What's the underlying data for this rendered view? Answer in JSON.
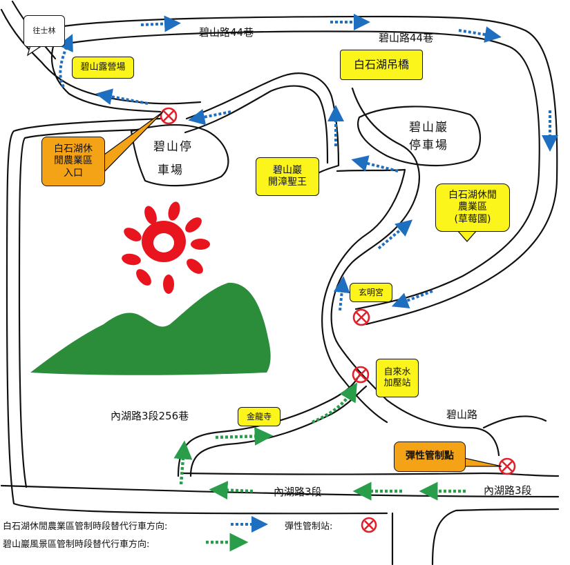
{
  "colors": {
    "blue_route": "#1f6fc0",
    "green_route": "#2a9d4a",
    "label_yellow": "#fbf51c",
    "label_orange": "#f5a316",
    "control_red": "#e0202a",
    "sun_red": "#e8141e",
    "mountain_green": "#2b8c3a"
  },
  "roads": {
    "bishan_44_a": "碧山路44巷",
    "bishan_44_b": "碧山路44巷",
    "neihu_256": "內湖路3段256巷",
    "neihu_3_left": "內湖路3段",
    "neihu_3_right": "內湖路3段",
    "bishan_road": "碧山路"
  },
  "parking": {
    "bishan_ting_line1": "碧山停",
    "bishan_ting_line2": "車場",
    "bishanyan_line1": "碧山巖",
    "bishanyan_line2": "停車場"
  },
  "labels": {
    "shilin": "往士林",
    "bishan_camp": "碧山露營場",
    "baishihu_bridge": "白石湖吊橋",
    "entrance_line1": "白石湖休",
    "entrance_line2": "閒農業區",
    "entrance_line3": "入口",
    "kaizhang_line1": "碧山巖",
    "kaizhang_line2": "開漳聖王",
    "strawberry_line1": "白石湖休閒",
    "strawberry_line2": "農業區",
    "strawberry_line3": "(草莓園)",
    "xuanming": "玄明宮",
    "water_line1": "自來水",
    "water_line2": "加壓站",
    "jinlong": "金龍寺",
    "flex_control": "彈性管制點"
  },
  "legend": {
    "blue_text": "白石湖休閒農業區管制時段替代行車方向:",
    "green_text": "碧山巖風景區管制時段替代行車方向:",
    "control_text": "彈性管制站:"
  }
}
